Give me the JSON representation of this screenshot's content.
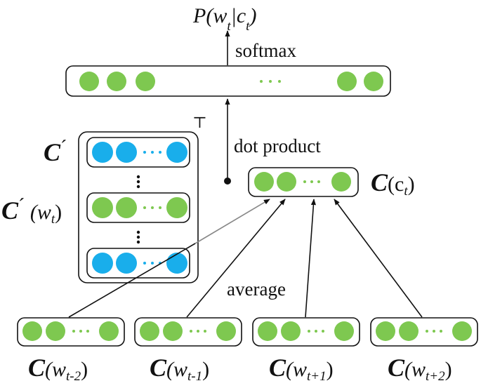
{
  "labels": {
    "output": {
      "prefix": "P(w",
      "sub1": "t",
      "mid": "|c",
      "sub2": "t",
      "suffix": ")"
    },
    "softmax": "softmax",
    "dot_product": "dot product",
    "average": "average",
    "transpose": "⊤",
    "c_prime": {
      "main": "C",
      "prime": "´"
    },
    "c_prime_wt": {
      "main": "C",
      "prime": "´",
      "open": " (w",
      "sub": "t",
      "close": ")"
    },
    "context": {
      "main": "C",
      "open": "(c",
      "sub": "t",
      "close": ")"
    },
    "inputs": [
      {
        "main": "C",
        "open": "(w",
        "sub": "t-2",
        "close": ")"
      },
      {
        "main": "C",
        "open": "(w",
        "sub": "t-1",
        "close": ")"
      },
      {
        "main": "C",
        "open": "(w",
        "sub": "t+1",
        "close": ")"
      },
      {
        "main": "C",
        "open": "(w",
        "sub": "t+2",
        "close": ")"
      }
    ]
  },
  "colors": {
    "green": "#7ec850",
    "blue": "#19aeeb",
    "border": "#111111"
  }
}
